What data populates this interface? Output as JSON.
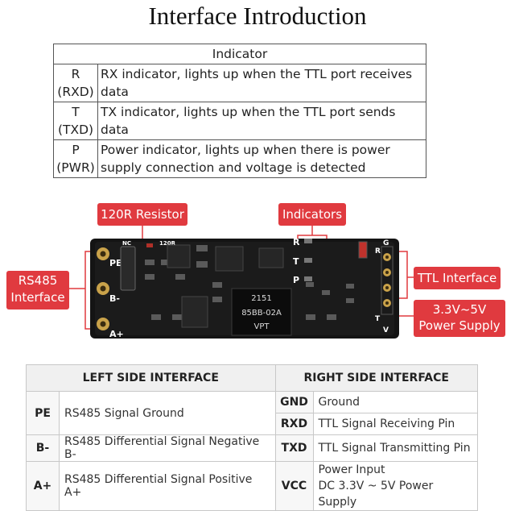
{
  "title": "Interface Introduction",
  "indicator_table": {
    "header": "Indicator",
    "rows": [
      {
        "key": "R",
        "key_sub": "(RXD)",
        "line1": "RX indicator, lights up when the TTL port receives",
        "line2": "data"
      },
      {
        "key": "T",
        "key_sub": "(TXD)",
        "line1": "TX indicator, lights up when the TTL port sends",
        "line2": "data"
      },
      {
        "key": "P",
        "key_sub": "(PWR)",
        "line1": "Power indicator, lights up when there is power",
        "line2": "supply connection and voltage is detected"
      }
    ]
  },
  "callouts": {
    "resistor": "120R Resistor",
    "indicators": "Indicators",
    "rs485_line1": "RS485",
    "rs485_line2": "Interface",
    "ttl": "TTL Interface",
    "power_line1": "3.3V~5V",
    "power_line2": "Power Supply"
  },
  "board": {
    "left_pins": [
      "PE",
      "B-",
      "A+"
    ],
    "right_pins": [
      "G",
      "R",
      "T",
      "V"
    ],
    "led_labels": [
      "R",
      "T",
      "P"
    ],
    "chip_line1": "VPT",
    "chip_line2": "85BB-02A",
    "chip_line3": "2151",
    "silk_nc": "NC",
    "silk_120r": "120R"
  },
  "pin_table": {
    "left_header": "LEFT SIDE INTERFACE",
    "right_header": "RIGHT SIDE INTERFACE",
    "left": [
      {
        "pin": "PE",
        "desc": "RS485 Signal Ground"
      },
      {
        "pin": "B-",
        "desc": "RS485 Differential Signal Negative B-"
      },
      {
        "pin": "A+",
        "desc": "RS485 Differential Signal Positive A+"
      }
    ],
    "right": [
      {
        "pin": "GND",
        "desc": "Ground"
      },
      {
        "pin": "RXD",
        "desc": "TTL Signal Receiving Pin"
      },
      {
        "pin": "TXD",
        "desc": "TTL Signal Transmitting Pin"
      },
      {
        "pin": "VCC",
        "desc": "Power Input",
        "desc2": "DC 3.3V ~ 5V Power Supply"
      }
    ]
  },
  "colors": {
    "callout_red": "#e03a3f",
    "pcb_black": "#141414",
    "pad_gold": "#c9a24a"
  }
}
